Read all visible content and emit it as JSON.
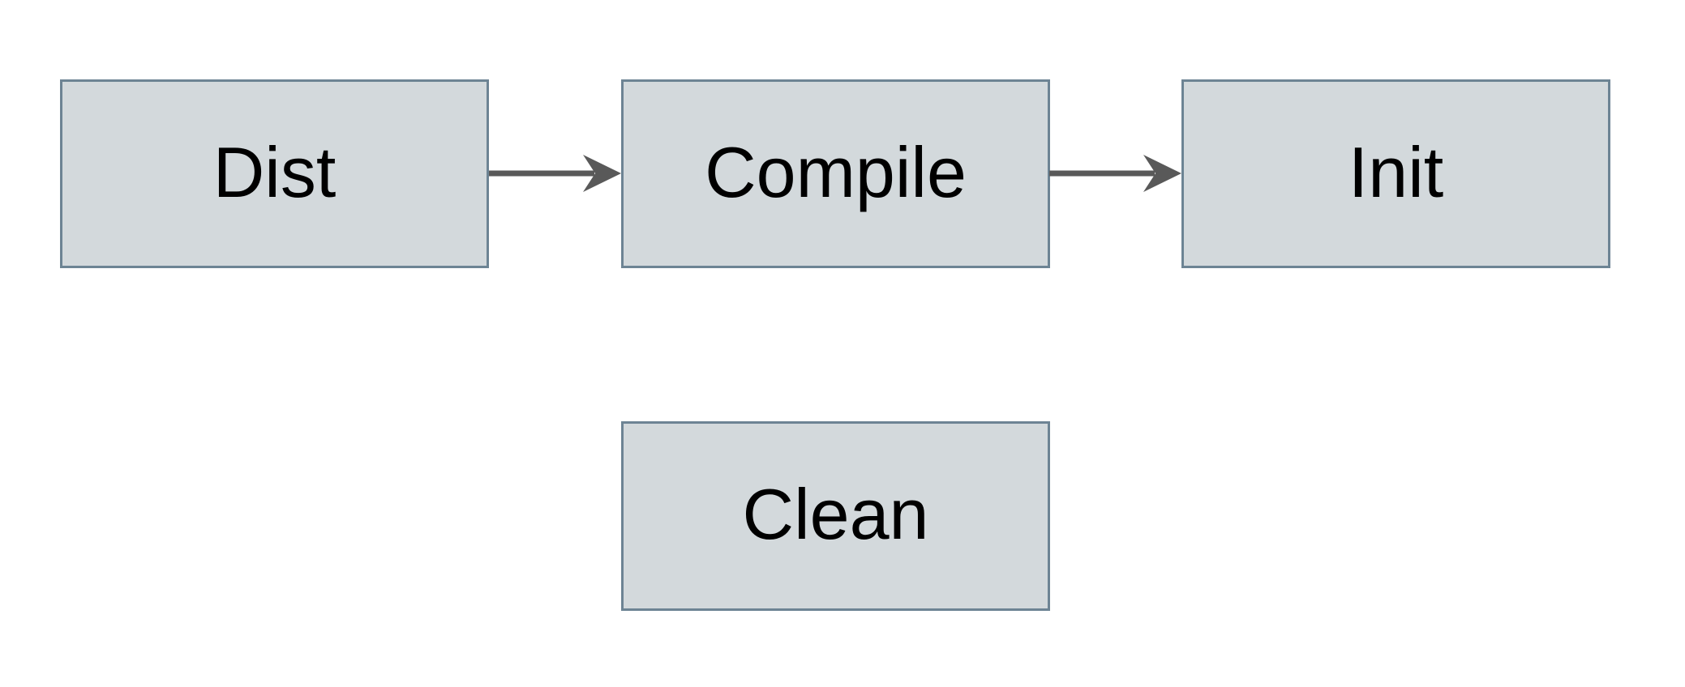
{
  "diagram": {
    "title": "build-targets-flowchart",
    "nodes": {
      "dist": {
        "label": "Dist"
      },
      "compile": {
        "label": "Compile"
      },
      "init": {
        "label": "Init"
      },
      "clean": {
        "label": "Clean"
      }
    },
    "edges": [
      {
        "from": "dist",
        "to": "compile",
        "direction": "right"
      },
      {
        "from": "compile",
        "to": "init",
        "direction": "right"
      }
    ]
  },
  "theme": {
    "background": "#ffffff",
    "box-fill": "#d3d9dc",
    "box-border": "#6d8494",
    "arrow-color": "#595959",
    "text-color": "#000000"
  }
}
